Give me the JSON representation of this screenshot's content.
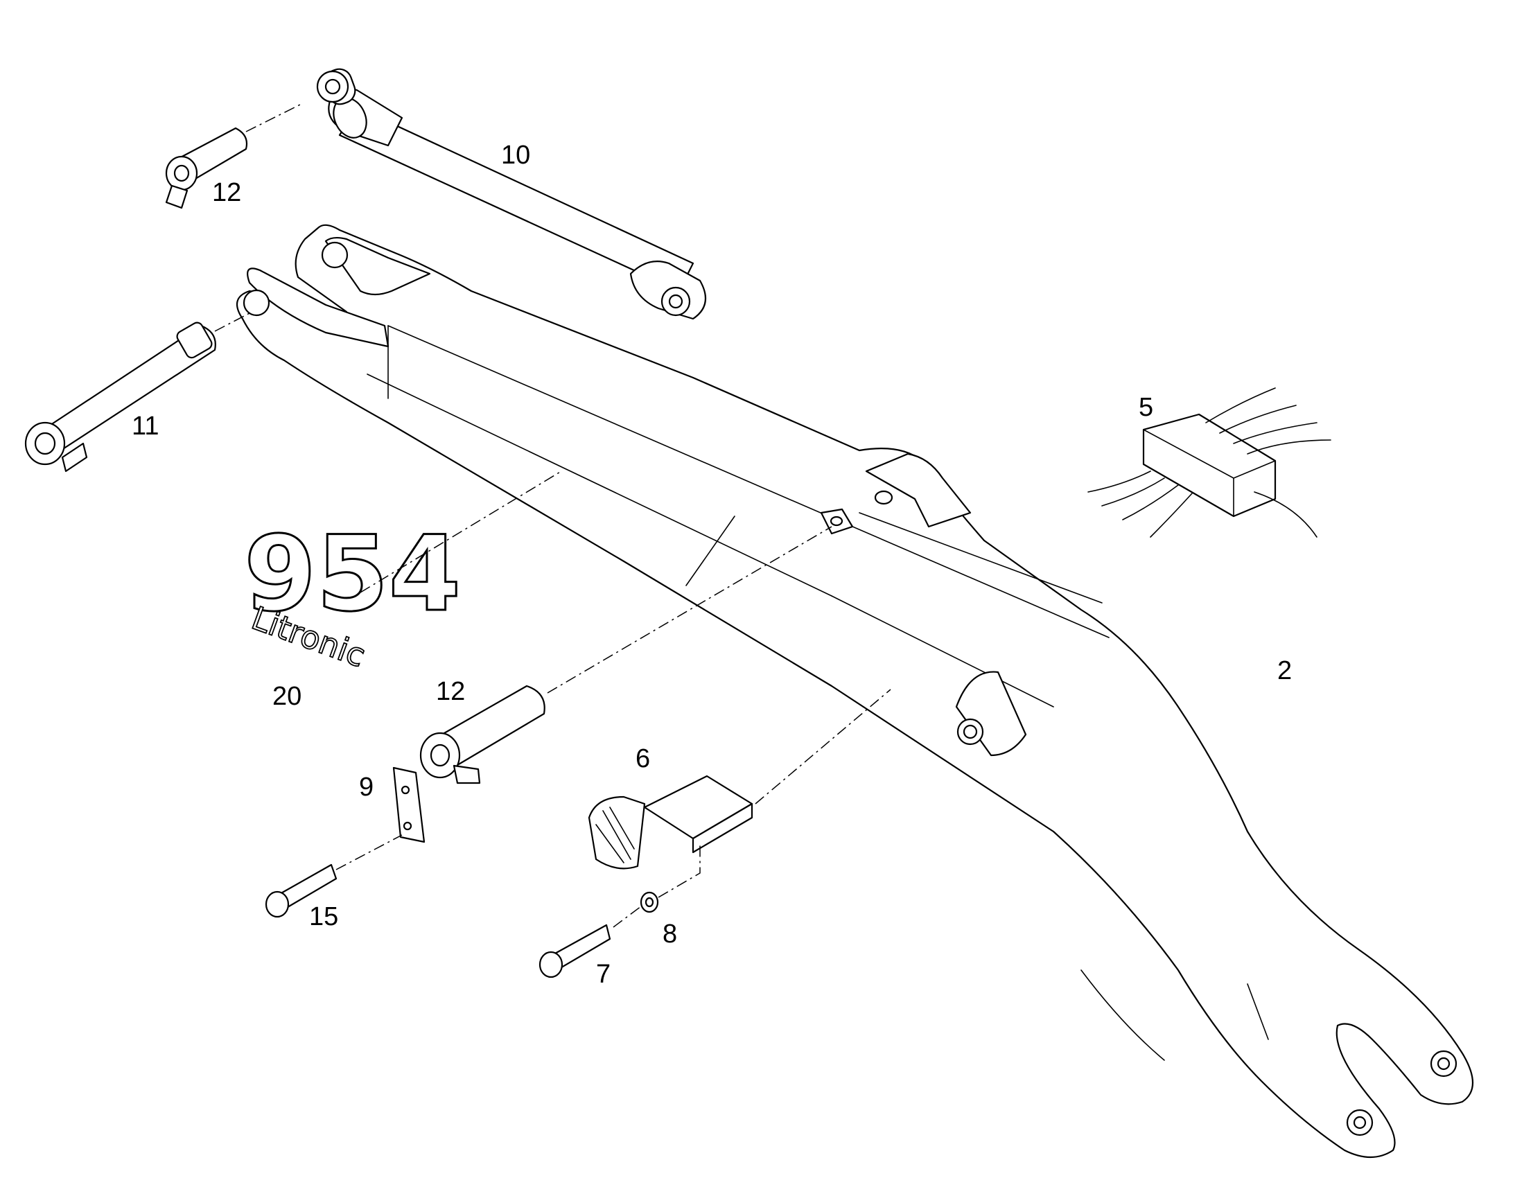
{
  "callouts": {
    "c2": "2",
    "c5": "5",
    "c6": "6",
    "c7": "7",
    "c8": "8",
    "c9": "9",
    "c10": "10",
    "c11": "11",
    "c12_top": "12",
    "c12_mid": "12",
    "c15": "15",
    "c20": "20"
  },
  "decal": {
    "model_number": "954",
    "brand_text": "Litronic"
  }
}
